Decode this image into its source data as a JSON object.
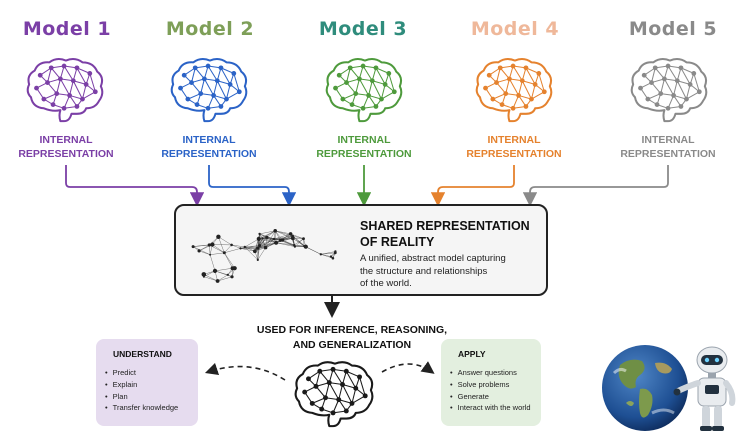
{
  "models": [
    {
      "title": "Model 1",
      "rep_line1": "INTERNAL",
      "rep_line2": "REPRESENTATION",
      "color": "#7b3fa6",
      "title_color": "#7b3fa6"
    },
    {
      "title": "Model 2",
      "rep_line1": "INTERNAL",
      "rep_line2": "REPRESENTATION",
      "color": "#2b63c7",
      "title_color": "#7e9f58"
    },
    {
      "title": "Model 3",
      "rep_line1": "INTERNAL",
      "rep_line2": "REPRESENTATION",
      "color": "#4e9a3c",
      "title_color": "#2f8c7c"
    },
    {
      "title": "Model 4",
      "rep_line1": "INTERNAL",
      "rep_line2": "REPRESENTATION",
      "color": "#e5822e",
      "title_color": "#efb89a"
    },
    {
      "title": "Model 5",
      "rep_line1": "INTERNAL",
      "rep_line2": "REPRESENTATION",
      "color": "#8a8a8a",
      "title_color": "#8a8a8a"
    }
  ],
  "shared": {
    "title_line1": "SHARED REPRESENTATION",
    "title_line2": "OF REALITY",
    "desc_line1": "A unified, abstract model capturing",
    "desc_line2": "the structure and relationships",
    "desc_line3": "of the world."
  },
  "used": {
    "line1": "USED FOR INFERENCE, REASONING,",
    "line2": "AND GENERALIZATION"
  },
  "understand": {
    "title": "UNDERSTAND",
    "items": [
      "Predict",
      "Explain",
      "Plan",
      "Transfer knowledge"
    ],
    "color": "#e6dcef"
  },
  "apply": {
    "title": "APPLY",
    "items": [
      "Answer questions",
      "Solve problems",
      "Generate",
      "Interact with the world"
    ],
    "color": "#e3efdf"
  },
  "icons": {
    "brain": "brain-network-icon",
    "earth": "earth-globe-icon",
    "robot": "robot-icon"
  }
}
